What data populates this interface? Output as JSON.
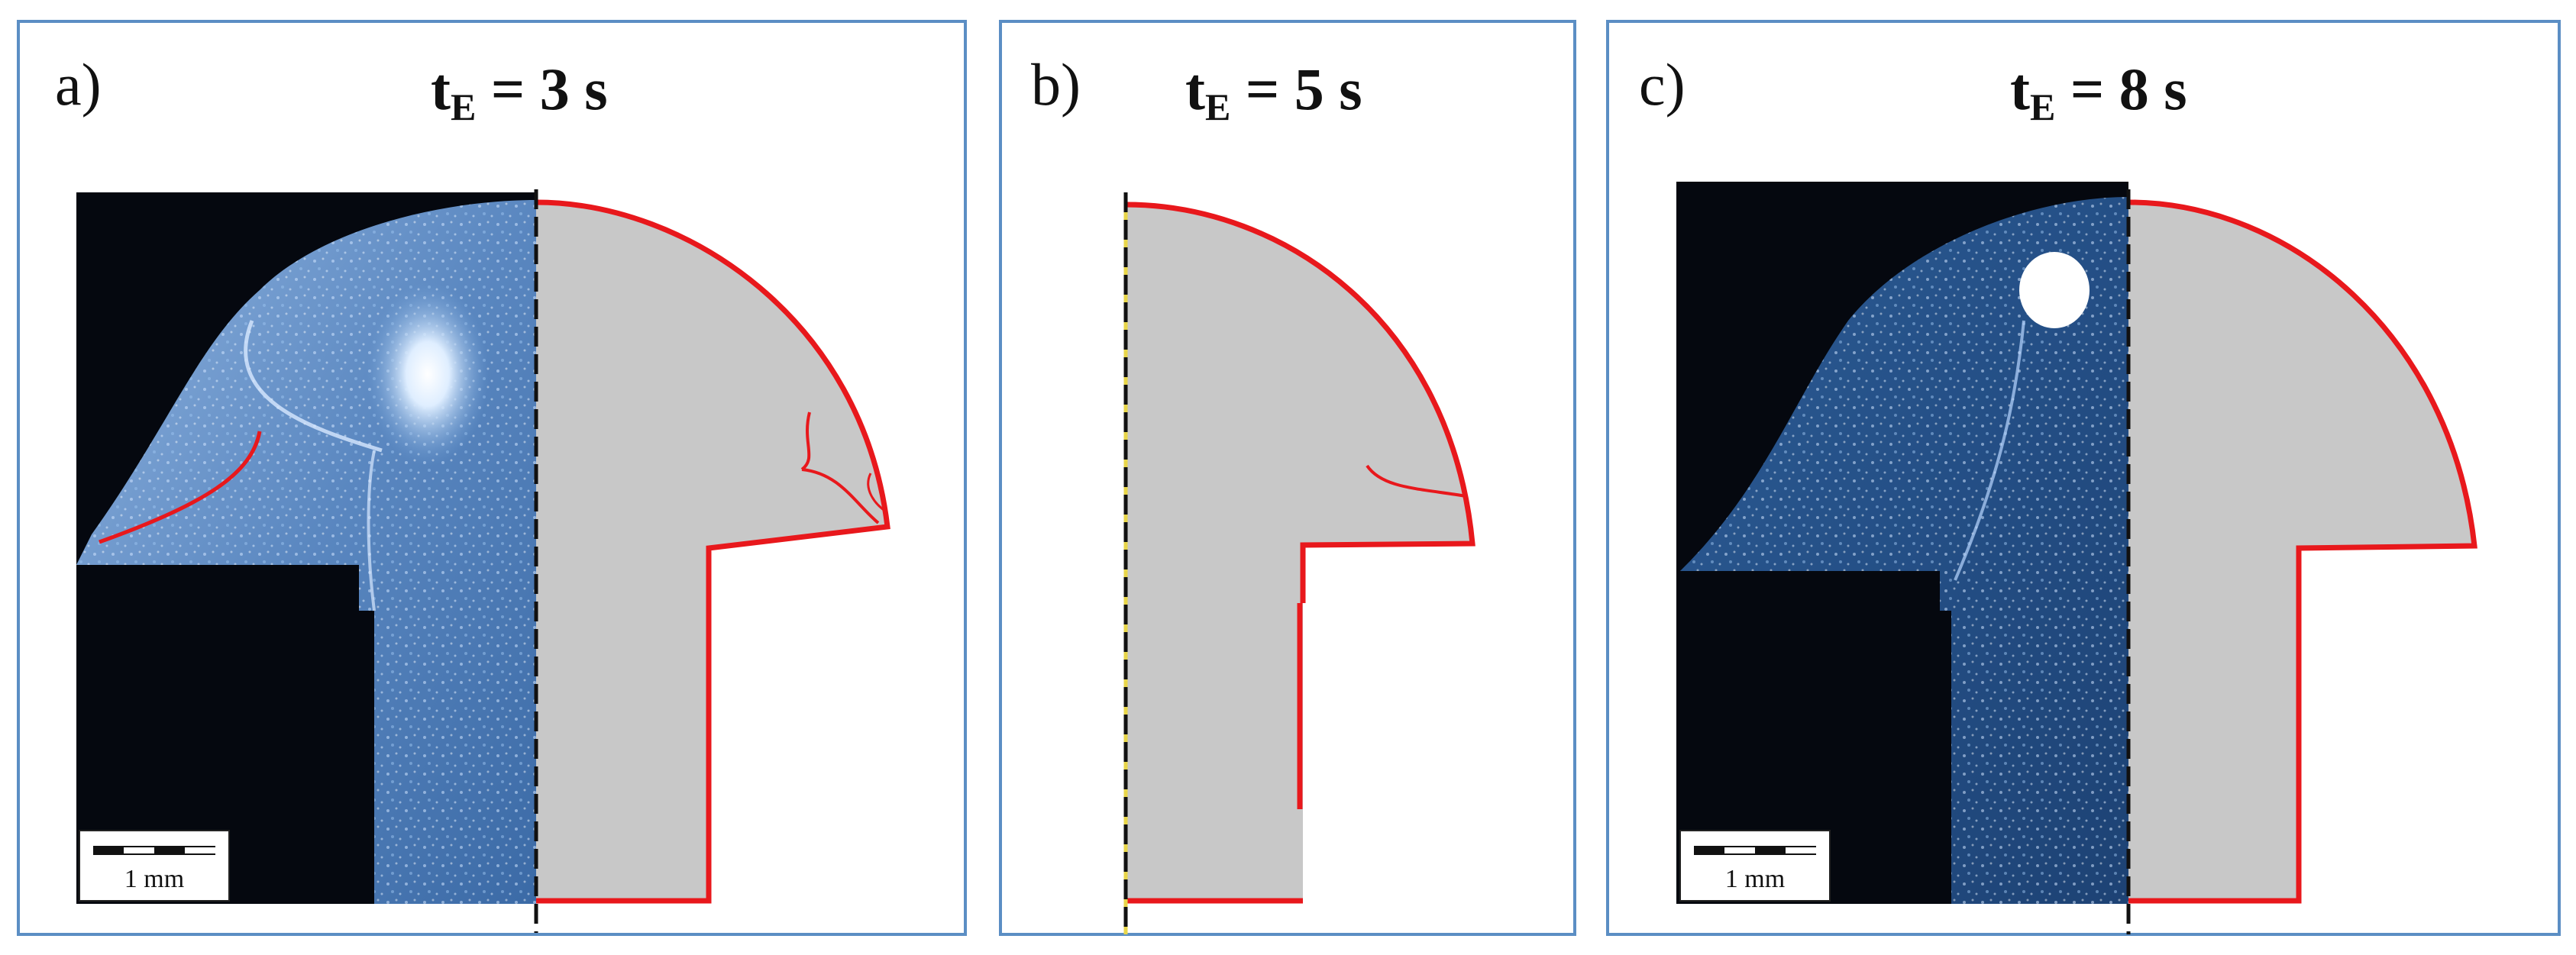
{
  "panels": [
    {
      "label": "a)",
      "title_prefix": "t",
      "title_sub": "E",
      "title_value": " = 3 s",
      "scale_label": "1 mm"
    },
    {
      "label": "b)",
      "title_prefix": "t",
      "title_sub": "E",
      "title_value": " = 5 s"
    },
    {
      "label": "c)",
      "title_prefix": "t",
      "title_sub": "E",
      "title_value": " = 8 s",
      "scale_label": "1 mm"
    }
  ],
  "colors": {
    "frame": "#5b8ec4",
    "section_fill": "#c8c8c8",
    "contour": "#e8181c",
    "axis": "#111111",
    "micrograph_bg": "#05080f"
  }
}
